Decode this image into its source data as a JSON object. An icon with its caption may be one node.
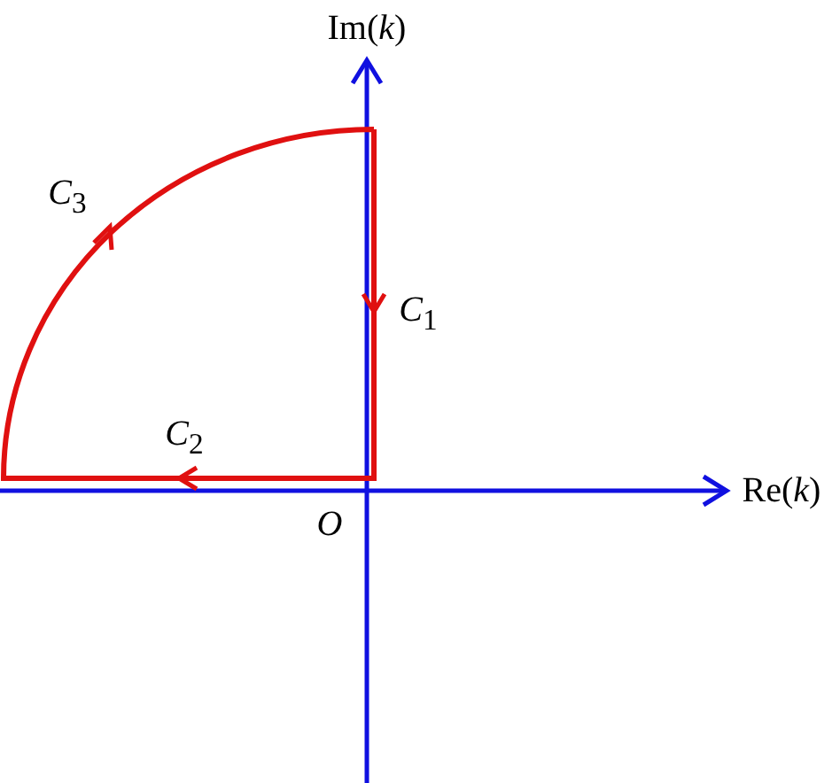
{
  "diagram": {
    "labels": [
      "Im(*k*)",
      "*C*$_{3}$",
      "*C*$_{1}$",
      "*C*$_{2}$",
      "Re(*k*)",
      "*O*"
    ]
  }
}
